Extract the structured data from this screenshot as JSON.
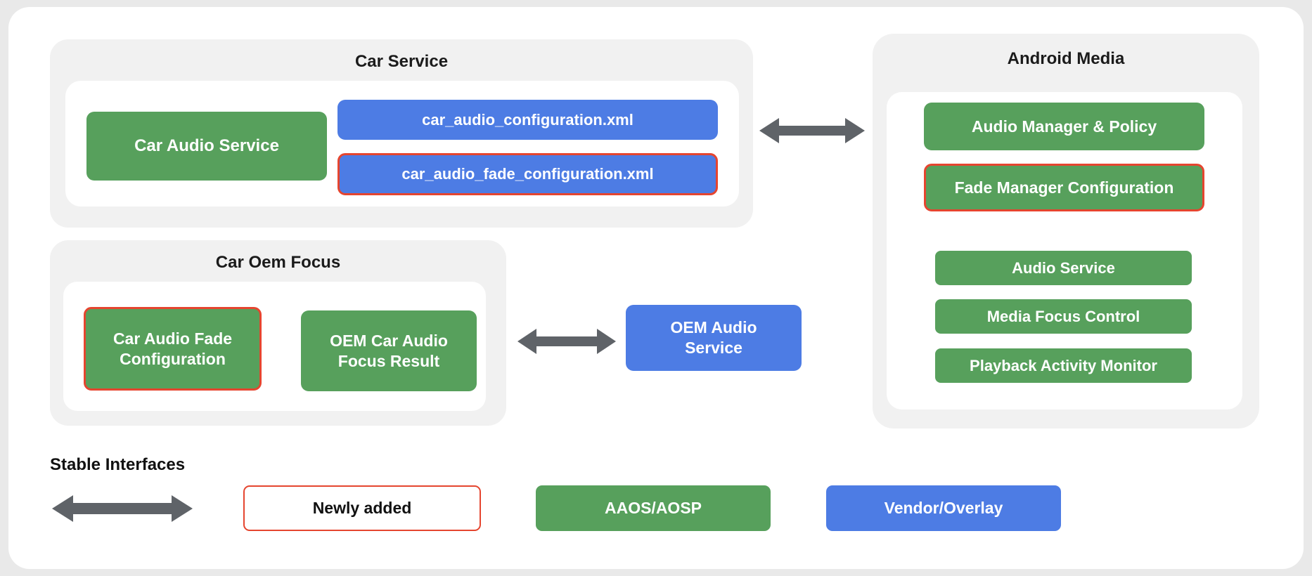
{
  "colors": {
    "green": "#57a05c",
    "blue": "#4d7ce4",
    "red": "#e5452f",
    "arrow": "#5f6368"
  },
  "groups": {
    "car_service": {
      "title": "Car Service",
      "car_audio_service": "Car Audio Service",
      "config_xml": "car_audio_configuration.xml",
      "fade_config_xml": "car_audio_fade_configuration.xml"
    },
    "android_media": {
      "title": "Android Media",
      "items": [
        "Audio Manager & Policy",
        "Fade Manager Configuration",
        "Audio Service",
        "Media Focus Control",
        "Playback Activity Monitor"
      ]
    },
    "car_oem_focus": {
      "title": "Car Oem Focus",
      "fade_config": "Car Audio Fade Configuration",
      "focus_result": "OEM Car Audio Focus Result"
    },
    "oem_audio_service": "OEM Audio Service"
  },
  "legend": {
    "stable_interfaces": "Stable Interfaces",
    "newly_added": "Newly added",
    "aaos_aosp": "AAOS/AOSP",
    "vendor_overlay": "Vendor/Overlay"
  }
}
